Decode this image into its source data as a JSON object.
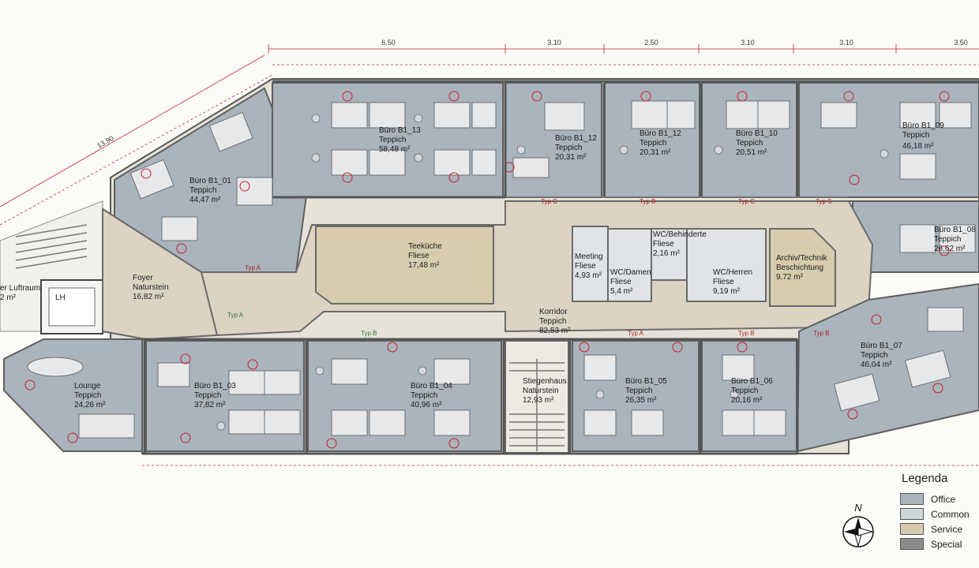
{
  "dimensions": {
    "top": [
      "6.50",
      "3.10",
      "2.50",
      "3.10",
      "3.10",
      "3.50"
    ],
    "diagonal": "13.90"
  },
  "rooms": [
    {
      "id": "buro-b1-01",
      "name": "Büro B1_01",
      "material": "Teppich",
      "area": "44,47 m²"
    },
    {
      "id": "buro-b1-13",
      "name": "Büro B1_13",
      "material": "Teppich",
      "area": "58,48 m²"
    },
    {
      "id": "buro-b1-12a",
      "name": "Büro B1_12",
      "material": "Teppich",
      "area": "20,31 m²"
    },
    {
      "id": "buro-b1-12b",
      "name": "Büro B1_12",
      "material": "Teppich",
      "area": "20,31 m²"
    },
    {
      "id": "buro-b1-10",
      "name": "Büro B1_10",
      "material": "Teppich",
      "area": "20,51 m²"
    },
    {
      "id": "buro-b1-09",
      "name": "Büro B1_09",
      "material": "Teppich",
      "area": "46,18 m²"
    },
    {
      "id": "buro-b1-08",
      "name": "Büro B1_08",
      "material": "Teppich",
      "area": "26,62 m²"
    },
    {
      "id": "foyer",
      "name": "Foyer",
      "material": "Naturstein",
      "area": "16,82 m²"
    },
    {
      "id": "teekuche",
      "name": "Teeküche",
      "material": "Fliese",
      "area": "17,48 m²"
    },
    {
      "id": "meeting",
      "name": "Meeting",
      "material": "Fliese",
      "area": "4,93 m²"
    },
    {
      "id": "wc-damen",
      "name": "WC/Damen",
      "material": "Fliese",
      "area": "5,4 m²"
    },
    {
      "id": "wc-behinderte",
      "name": "WC/Behinderte",
      "material": "Fliese",
      "area": "2,16 m²"
    },
    {
      "id": "wc-herren",
      "name": "WC/Herren",
      "material": "Fliese",
      "area": "9,19 m²"
    },
    {
      "id": "archiv",
      "name": "Archiv/Technik",
      "material": "Beschichtung",
      "area": "9,72 m²"
    },
    {
      "id": "korridor",
      "name": "Korridor",
      "material": "Teppich",
      "area": "82,53 m²"
    },
    {
      "id": "lounge",
      "name": "Lounge",
      "material": "Teppich",
      "area": "24,26 m²"
    },
    {
      "id": "buro-b1-03",
      "name": "Büro B1_03",
      "material": "Teppich",
      "area": "37,82 m²"
    },
    {
      "id": "buro-b1-04",
      "name": "Büro B1_04",
      "material": "Teppich",
      "area": "40,96 m²"
    },
    {
      "id": "stiegenhaus",
      "name": "Stiegenhaus",
      "material": "Naturstein",
      "area": "12,93 m²"
    },
    {
      "id": "buro-b1-05",
      "name": "Büro B1_05",
      "material": "Teppich",
      "area": "26,35 m²"
    },
    {
      "id": "buro-b1-06",
      "name": "Büro B1_06",
      "material": "Teppich",
      "area": "20,16 m²"
    },
    {
      "id": "buro-b1-07",
      "name": "Büro B1_07",
      "material": "Teppich",
      "area": "46,04 m²"
    }
  ],
  "external": {
    "luftraum_line1": "er Luftraum",
    "luftraum_line2": "2 m²",
    "lift_label": "LH"
  },
  "door_types": {
    "typ_a": "Typ A",
    "typ_b": "Typ B",
    "typ_c": "Typ C",
    "typ_s": "Typ S"
  },
  "legend": {
    "title": "Legenda",
    "items": [
      {
        "label": "Office",
        "color": "#a9b4bd"
      },
      {
        "label": "Common",
        "color": "#cfd7da"
      },
      {
        "label": "Service",
        "color": "#d8ccae"
      },
      {
        "label": "Special",
        "color": "#8c8c8c"
      }
    ]
  },
  "north": "N"
}
